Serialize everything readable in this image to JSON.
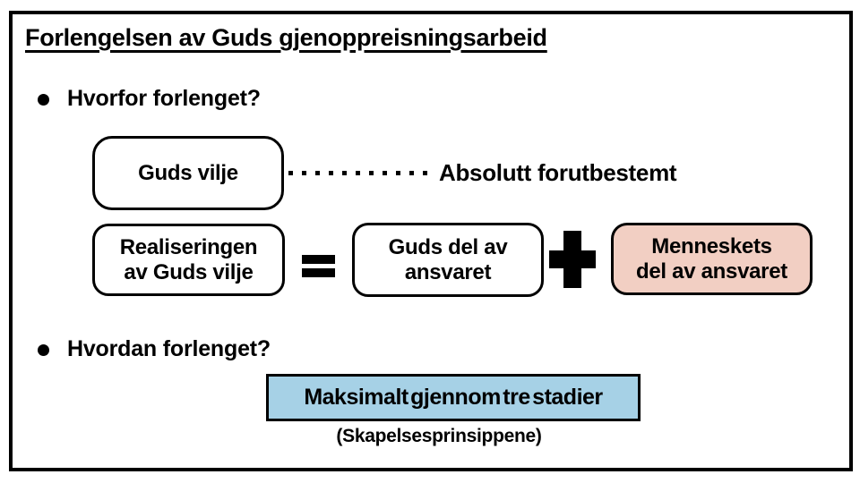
{
  "slide": {
    "title": "Forlengelsen av Guds gjenoppreisningsarbeid",
    "bullets": [
      {
        "label": "Hvorfor forlenget?"
      },
      {
        "label": "Hvordan forlenget?"
      }
    ],
    "diagram": {
      "gods_will_box": "Guds vilje",
      "predetermined_label": "Absolutt forutbestemt",
      "realization_box_line1": "Realiseringen",
      "realization_box_line2": "av Guds vilje",
      "equals_operator": "=",
      "gods_part_box_line1": "Guds del av",
      "gods_part_box_line2": "ansvaret",
      "plus_operator": "+",
      "human_part_box_line1": "Menneskets",
      "human_part_box_line2": "del av ansvaret"
    },
    "stages": {
      "box_label": "Maksimalt gjennom tre stadier",
      "caption": "(Skapelsesprinsippene)"
    },
    "colors": {
      "human_part_box_fill": "#f2cfc3",
      "stages_box_fill": "#a6d1e6",
      "border": "#000000",
      "background": "#ffffff"
    }
  }
}
